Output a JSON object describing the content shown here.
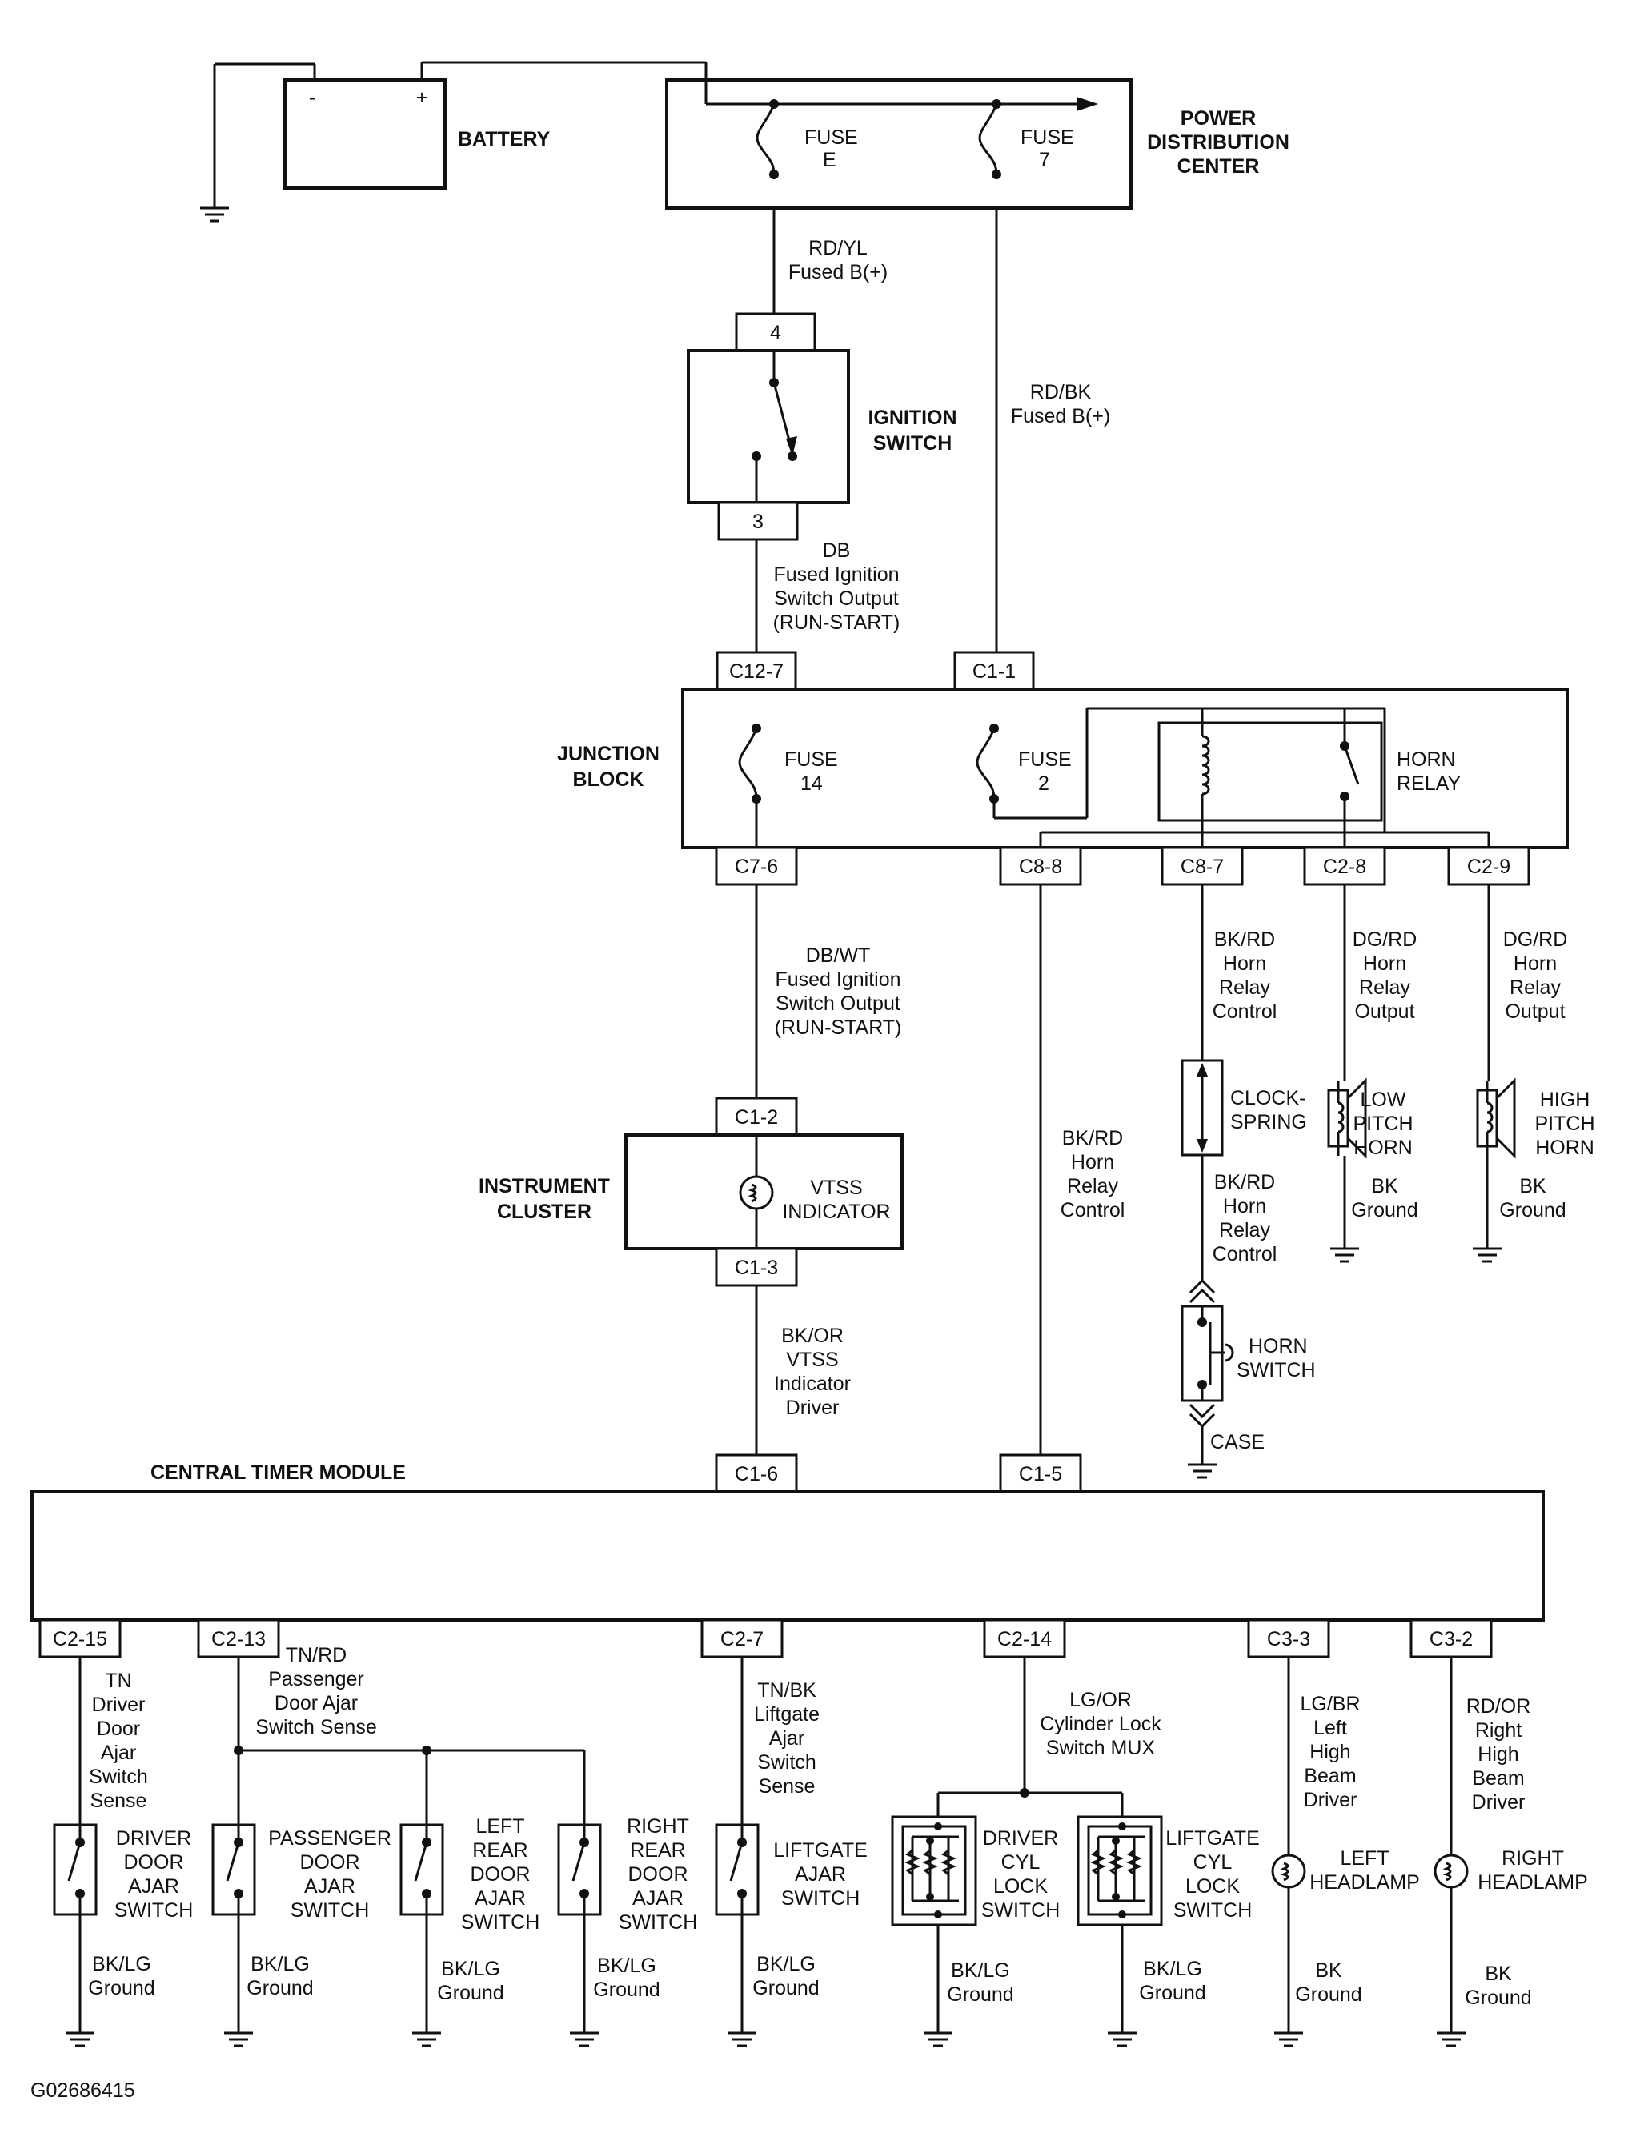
{
  "figure_id": "G02686415",
  "components": {
    "battery": {
      "label": "BATTERY",
      "neg": "-",
      "pos": "+"
    },
    "pdc": {
      "label": [
        "POWER",
        "DISTRIBUTION",
        "CENTER"
      ],
      "fuse_e": [
        "FUSE",
        "E"
      ],
      "fuse_7": [
        "FUSE",
        "7"
      ]
    },
    "ignition": {
      "label": [
        "IGNITION",
        "SWITCH"
      ],
      "pin_in": "4",
      "pin_out": "3"
    },
    "junction": {
      "label": [
        "JUNCTION",
        "BLOCK"
      ],
      "fuse_14": [
        "FUSE",
        "14"
      ],
      "fuse_2": [
        "FUSE",
        "2"
      ],
      "relay": [
        "HORN",
        "RELAY"
      ]
    },
    "cluster": {
      "label": [
        "INSTRUMENT",
        "CLUSTER"
      ],
      "indicator": [
        "VTSS",
        "INDICATOR"
      ]
    },
    "clockspring": [
      "CLOCK-",
      "SPRING"
    ],
    "horn_switch": [
      "HORN",
      "SWITCH"
    ],
    "case": "CASE",
    "low_horn": [
      "LOW",
      "PITCH",
      "HORN"
    ],
    "high_horn": [
      "HIGH",
      "PITCH",
      "HORN"
    ],
    "ctm": "CENTRAL TIMER MODULE",
    "driver_door": [
      "DRIVER",
      "DOOR",
      "AJAR",
      "SWITCH"
    ],
    "pass_door": [
      "PASSENGER",
      "DOOR",
      "AJAR",
      "SWITCH"
    ],
    "left_rear": [
      "LEFT",
      "REAR",
      "DOOR",
      "AJAR",
      "SWITCH"
    ],
    "right_rear": [
      "RIGHT",
      "REAR",
      "DOOR",
      "AJAR",
      "SWITCH"
    ],
    "liftgate_ajar": [
      "LIFTGATE",
      "AJAR",
      "SWITCH"
    ],
    "driver_cyl": [
      "DRIVER",
      "CYL",
      "LOCK",
      "SWITCH"
    ],
    "liftgate_cyl": [
      "LIFTGATE",
      "CYL",
      "LOCK",
      "SWITCH"
    ],
    "left_headlamp": [
      "LEFT",
      "HEADLAMP"
    ],
    "right_headlamp": [
      "RIGHT",
      "HEADLAMP"
    ]
  },
  "connectors": {
    "c12_7": "C12-7",
    "c1_1": "C1-1",
    "c7_6": "C7-6",
    "c8_8": "C8-8",
    "c8_7": "C8-7",
    "c2_8": "C2-8",
    "c2_9": "C2-9",
    "c1_2": "C1-2",
    "c1_3": "C1-3",
    "c1_6": "C1-6",
    "c1_5": "C1-5",
    "c2_15": "C2-15",
    "c2_13": "C2-13",
    "c2_7": "C2-7",
    "c2_14": "C2-14",
    "c3_3": "C3-3",
    "c3_2": "C3-2"
  },
  "wires": {
    "rd_yl": [
      "RD/YL",
      "Fused B(+)"
    ],
    "rd_bk": [
      "RD/BK",
      "Fused B(+)"
    ],
    "db": [
      "DB",
      "Fused Ignition",
      "Switch Output",
      "(RUN-START)"
    ],
    "db_wt": [
      "DB/WT",
      "Fused Ignition",
      "Switch Output",
      "(RUN-START)"
    ],
    "bk_rd_c88": [
      "BK/RD",
      "Horn",
      "Relay",
      "Control"
    ],
    "bk_rd_c87": [
      "BK/RD",
      "Horn",
      "Relay",
      "Control"
    ],
    "bk_rd_cs": [
      "BK/RD",
      "Horn",
      "Relay",
      "Control"
    ],
    "dg_rd_low": [
      "DG/RD",
      "Horn",
      "Relay",
      "Output"
    ],
    "dg_rd_high": [
      "DG/RD",
      "Horn",
      "Relay",
      "Output"
    ],
    "bk_low": [
      "BK",
      "Ground"
    ],
    "bk_high": [
      "BK",
      "Ground"
    ],
    "bk_or": [
      "BK/OR",
      "VTSS",
      "Indicator",
      "Driver"
    ],
    "tn": [
      "TN",
      "Driver",
      "Door",
      "Ajar",
      "Switch",
      "Sense"
    ],
    "tn_rd": [
      "TN/RD",
      "Passenger",
      "Door Ajar",
      "Switch Sense"
    ],
    "tn_bk": [
      "TN/BK",
      "Liftgate",
      "Ajar",
      "Switch",
      "Sense"
    ],
    "lg_or": [
      "LG/OR",
      "Cylinder Lock",
      "Switch MUX"
    ],
    "lg_br": [
      "LG/BR",
      "Left",
      "High",
      "Beam",
      "Driver"
    ],
    "rd_or": [
      "RD/OR",
      "Right",
      "High",
      "Beam",
      "Driver"
    ],
    "gnd_1": [
      "BK/LG",
      "Ground"
    ],
    "gnd_2": [
      "BK/LG",
      "Ground"
    ],
    "gnd_3": [
      "BK/LG",
      "Ground"
    ],
    "gnd_4": [
      "BK/LG",
      "Ground"
    ],
    "gnd_5": [
      "BK/LG",
      "Ground"
    ],
    "gnd_6": [
      "BK/LG",
      "Ground"
    ],
    "gnd_7": [
      "BK/LG",
      "Ground"
    ],
    "gnd_left_hl": [
      "BK",
      "Ground"
    ],
    "gnd_right_hl": [
      "BK",
      "Ground"
    ]
  }
}
